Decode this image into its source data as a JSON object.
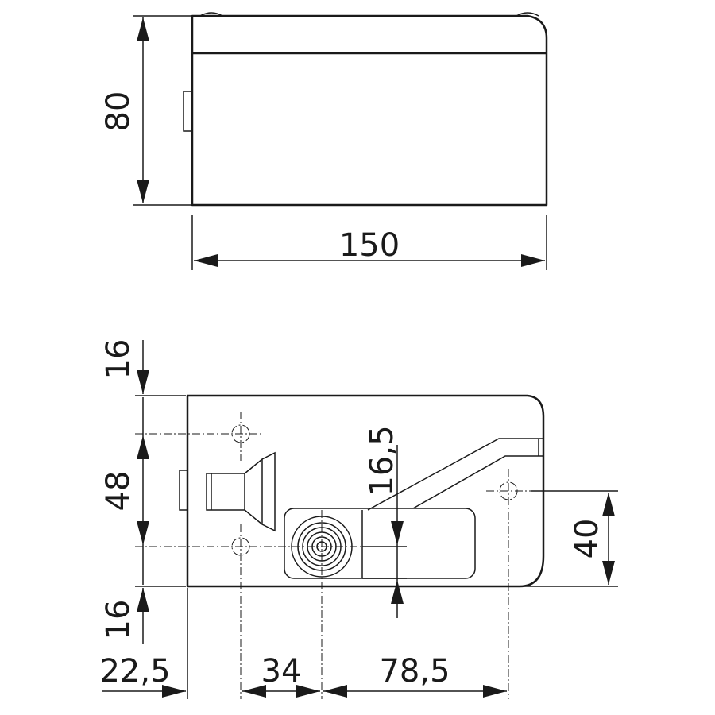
{
  "front_view": {
    "height_label": "80",
    "width_label": "150"
  },
  "top_view": {
    "top_margin_label": "16",
    "hole_spacing_label": "48",
    "bottom_margin_label": "16",
    "left_offset_label": "22,5",
    "hole_to_gland_label": "34",
    "gland_to_hole_label": "78,5",
    "lever_offset_label": "16,5",
    "right_hole_label": "40"
  }
}
